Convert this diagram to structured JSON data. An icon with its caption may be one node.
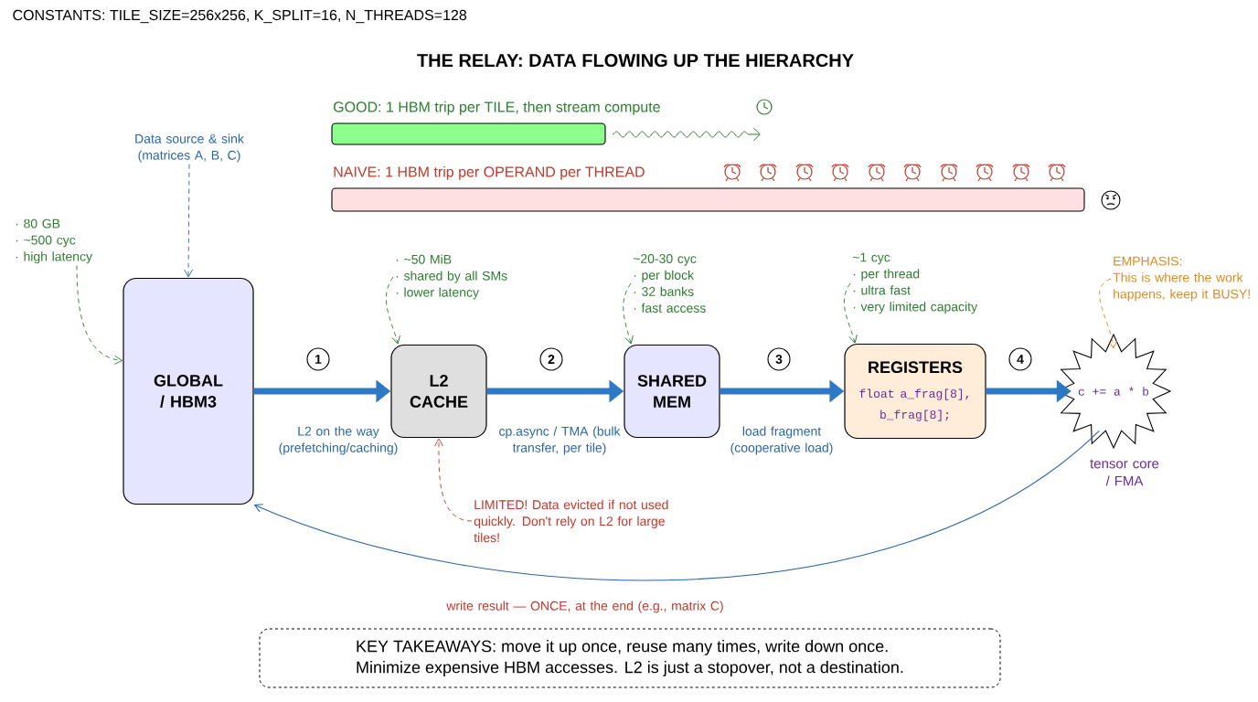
{
  "diagram": {
    "title": "THE RELAY: DATA FLOWING UP THE HIERARCHY",
    "nodes": [
      {
        "text": [
          "GLOBAL / HBM3"
        ]
      },
      {
        "text": [
          "L2 CACHE"
        ]
      },
      {
        "text": [
          "SHARED MEM"
        ]
      },
      {
        "text": [
          "REGISTERS",
          "float a_frag[8], b_frag[8];"
        ]
      },
      {
        "text": [
          "c += a * b"
        ],
        "beside": [
          "tensor core / FMA"
        ]
      },
      {
        "text": [
          "Data source & sink (matrices A, B, C)"
        ]
      },
      {
        "text": [
          "· 80 GB",
          "· ~500 cyc",
          "· high latency"
        ]
      },
      {
        "text": [
          "· ~50 MiB",
          "· shared by all SMs",
          "· lower latency"
        ]
      },
      {
        "text": [
          "~20-30 cyc",
          "· per block",
          "· 32 banks",
          "· fast access"
        ]
      },
      {
        "text": [
          "~1 cyc",
          "· per thread",
          "· ultra fast",
          "· very limited capacity"
        ]
      },
      {
        "text": [
          "EMPHASIS:",
          "This is where the work happens, keep it BUSY!"
        ]
      },
      {
        "text": [
          "LIMITED! Data evicted if not used quickly. Don't rely on L2 for large tiles!"
        ]
      },
      {
        "text": [
          "GOOD: 1 HBM trip per TILE, then stream compute"
        ]
      },
      {
        "text": [
          "NAIVE: 1 HBM trip per OPERAND per THREAD"
        ]
      },
      {
        "text": [
          "KEY TAKEAWAYS: move it up once, reuse many times, write down once.",
          "Minimize expensive HBM accesses. L2 is just a stopover, not a destination."
        ]
      }
    ],
    "edges": [
      {
        "from": 0,
        "to": 1,
        "arrow": "to",
        "label": "L2 on the way (prefetching/caching)",
        "style": "thick",
        "color": "#2f78c4"
      },
      {
        "from": 1,
        "to": 2,
        "arrow": "to",
        "label": "cp.async / TMA (bulk transfer, per tile)",
        "style": "thick",
        "color": "#2f78c4"
      },
      {
        "from": 2,
        "to": 3,
        "arrow": "to",
        "label": "load fragment (cooperative load)",
        "style": "thick",
        "color": "#2f78c4"
      },
      {
        "from": 3,
        "to": 4,
        "arrow": "to",
        "style": "thick",
        "color": "#2f78c4"
      },
      {
        "from": 4,
        "to": 0,
        "arrow": "to",
        "label": "write result — ONCE, at the end (e.g., matrix C)",
        "color": "#2b65a8"
      },
      {
        "from": 5,
        "to": 0,
        "arrow": "to",
        "style": "dashed",
        "color": "#2b65a8"
      },
      {
        "from": 6,
        "to": 0,
        "arrow": "to",
        "style": "dashed",
        "color": "#2e7d32"
      },
      {
        "from": 7,
        "to": 1,
        "arrow": "to",
        "style": "dashed",
        "color": "#2e7d32"
      },
      {
        "from": 8,
        "to": 2,
        "arrow": "to",
        "style": "dashed",
        "color": "#2e7d32"
      },
      {
        "from": 9,
        "to": 3,
        "arrow": "to",
        "style": "dashed",
        "color": "#2e7d32"
      },
      {
        "from": 10,
        "to": 4,
        "arrow": "to",
        "style": "dashed",
        "color": "#e08a1e"
      },
      {
        "from": 11,
        "to": 1,
        "arrow": "to",
        "style": "dashed",
        "color": "#c0392b"
      }
    ],
    "labels": [
      "CONSTANTS: TILE_SIZE=256x256, K_SPLIT=16, N_THREADS=128",
      "1",
      "2",
      "3",
      "4"
    ]
  }
}
